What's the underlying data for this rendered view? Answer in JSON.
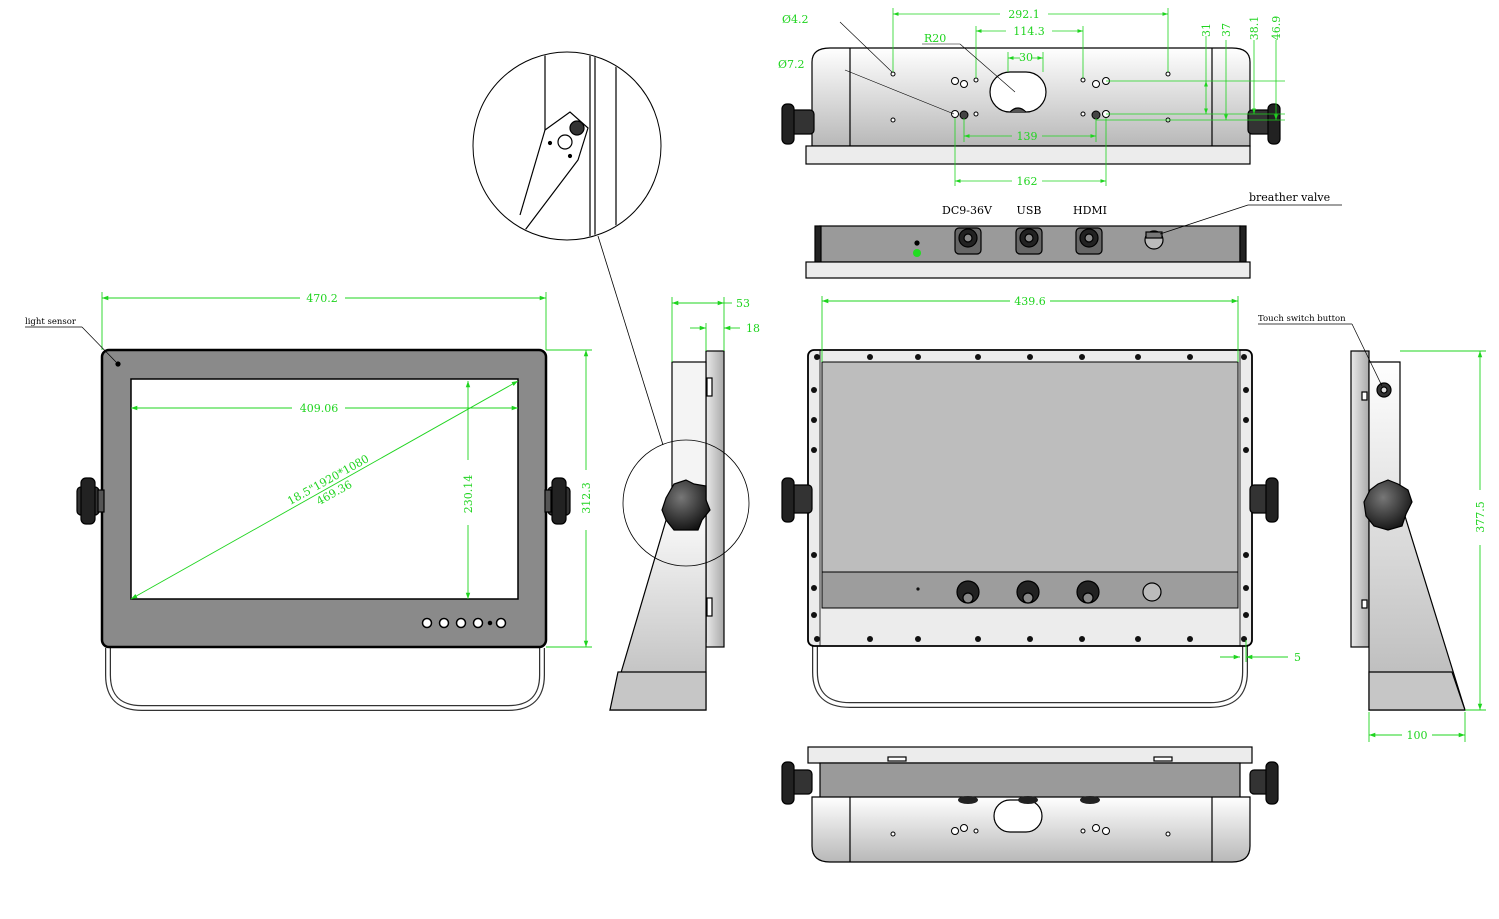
{
  "colors": {
    "dimension": "#1fd41f",
    "outline": "#000000",
    "bezel": "#8a8a8a",
    "screen": "#bdbdbd",
    "panel": "#9d9d9d",
    "led": "#22dd22"
  },
  "front_view": {
    "light_sensor_label": "light sensor",
    "width": "470.2",
    "active_width": "409.06",
    "diagonal_size": "18.5\"1920*1080",
    "diagonal": "469.36",
    "active_height": "230.14",
    "height": "312.3"
  },
  "side_view": {
    "depth": "53",
    "bezel_depth": "18"
  },
  "top_view": {
    "hole_small": "Ø4.2",
    "hole_large": "Ø7.2",
    "radius": "R20",
    "pitch_outer": "292.1",
    "pitch_inner": "114.3",
    "slot_width": "30",
    "vesa_139": "139",
    "vesa_162": "162",
    "v31": "31",
    "v37": "37",
    "v38_1": "38.1",
    "v46_9": "46.9"
  },
  "connector_view": {
    "dc_label": "DC9-36V",
    "usb_label": "USB",
    "hdmi_label": "HDMI",
    "valve_label": "breather valve"
  },
  "rear_view": {
    "width": "439.6",
    "edge": "5"
  },
  "right_view": {
    "touch_label": "Touch switch button",
    "height": "377.5",
    "depth": "100"
  }
}
